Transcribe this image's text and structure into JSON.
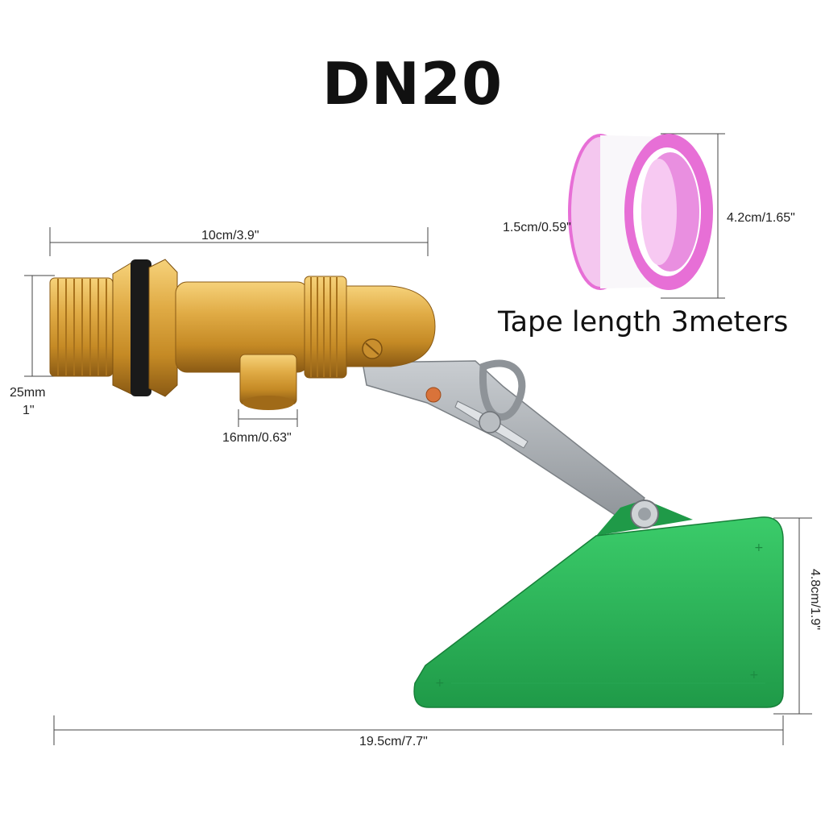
{
  "title": "DN20",
  "tape_note": "Tape length 3meters",
  "dimensions": {
    "valve_length": "10cm/3.9\"",
    "thread_height": "25mm",
    "thread_height_inch": "1\"",
    "outlet_width": "16mm/0.63\"",
    "overall_length": "19.5cm/7.7\"",
    "float_height": "4.8cm/1.9\"",
    "tape_width": "1.5cm/0.59\"",
    "tape_diameter": "4.2cm/1.65\""
  },
  "colors": {
    "brass": "#d9a43a",
    "float": "#2dbb5c",
    "tape": "#e76fd6",
    "arm": "#a9aeb3"
  }
}
